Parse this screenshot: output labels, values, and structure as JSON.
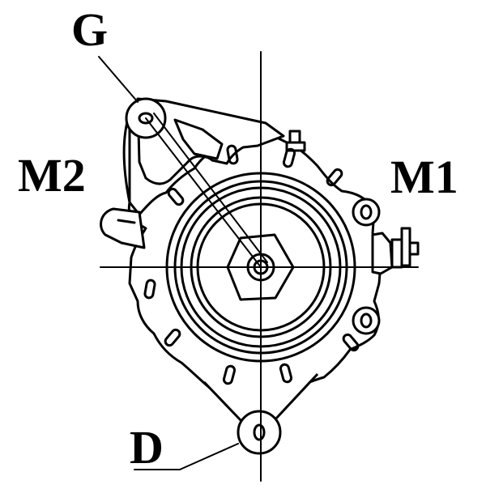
{
  "labels": {
    "g": "G",
    "m2": "M2",
    "m1": "M1",
    "d": "D"
  },
  "colors": {
    "stroke": "#000000",
    "background": "#ffffff"
  }
}
